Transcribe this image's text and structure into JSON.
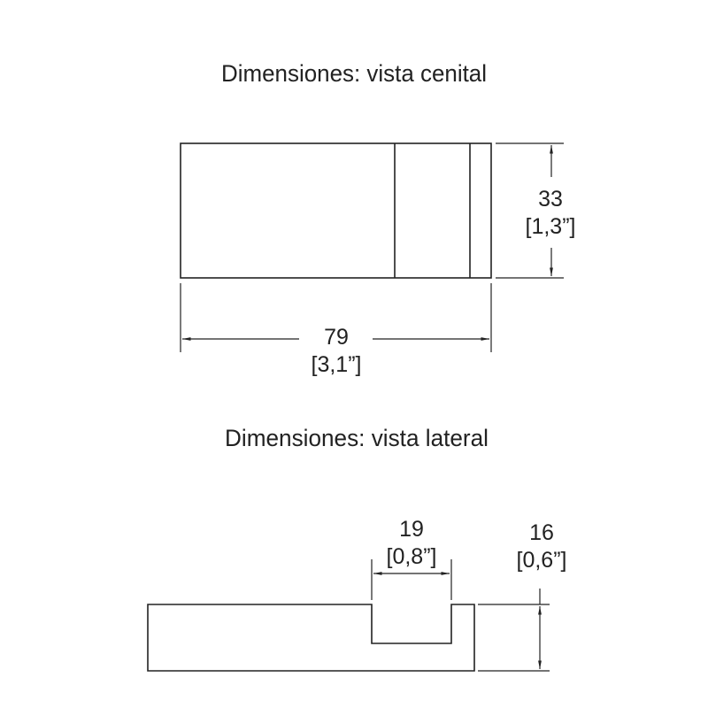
{
  "top_view": {
    "title": "Dimensiones: vista cenital",
    "height_mm": "33",
    "height_in": "[1,3”]",
    "width_mm": "79",
    "width_in": "[3,1”]"
  },
  "side_view": {
    "title": "Dimensiones: vista lateral",
    "notch_mm": "19",
    "notch_in": "[0,8”]",
    "height_mm": "16",
    "height_in": "[0,6”]"
  }
}
